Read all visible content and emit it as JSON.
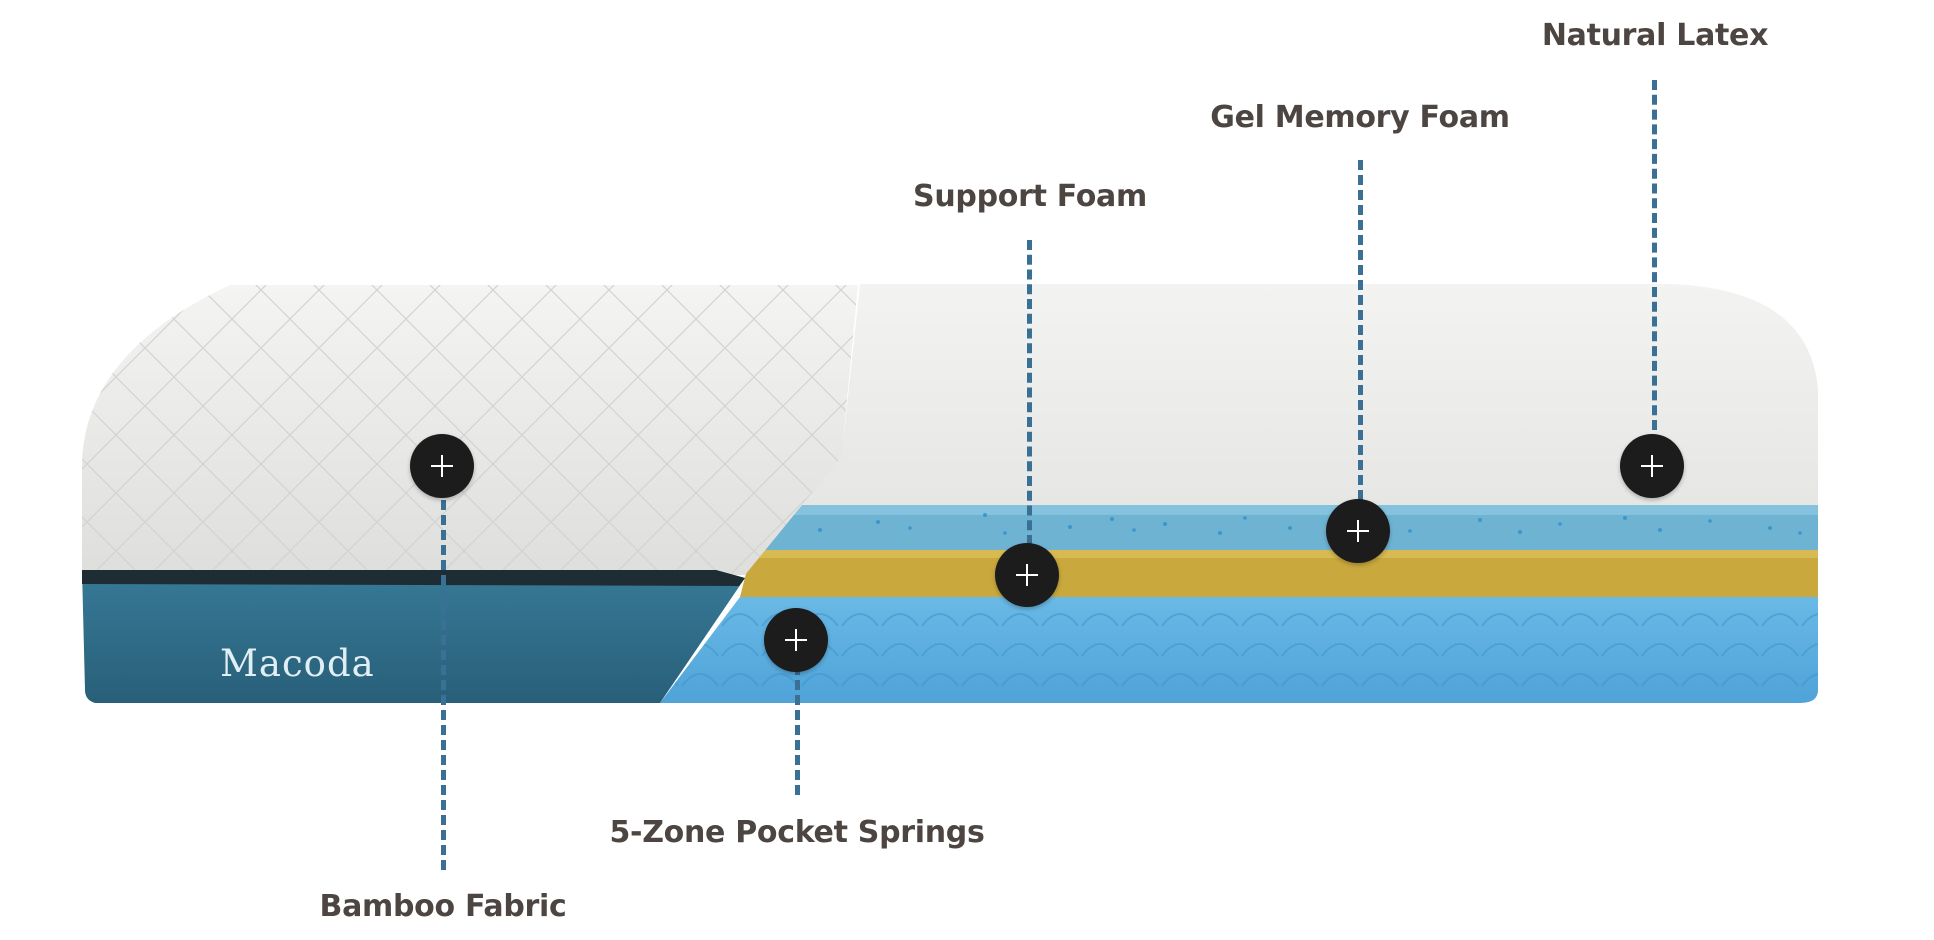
{
  "brand": "Macoda",
  "layers": [
    {
      "id": "natural-latex",
      "label": "Natural Latex"
    },
    {
      "id": "gel-memory-foam",
      "label": "Gel Memory Foam"
    },
    {
      "id": "support-foam",
      "label": "Support Foam"
    },
    {
      "id": "pocket-springs",
      "label": "5-Zone Pocket Springs"
    },
    {
      "id": "bamboo-fabric",
      "label": "Bamboo Fabric"
    }
  ],
  "colors": {
    "label_text": "#4d4541",
    "leader_line": "#3a6f96",
    "hotspot": "#1c1c1c",
    "latex": "#eef0ed",
    "gel_foam": "#6fb3d3",
    "support_foam": "#c9a93d",
    "springs": "#5cb0e3",
    "cover_base": "#2f6c88"
  }
}
